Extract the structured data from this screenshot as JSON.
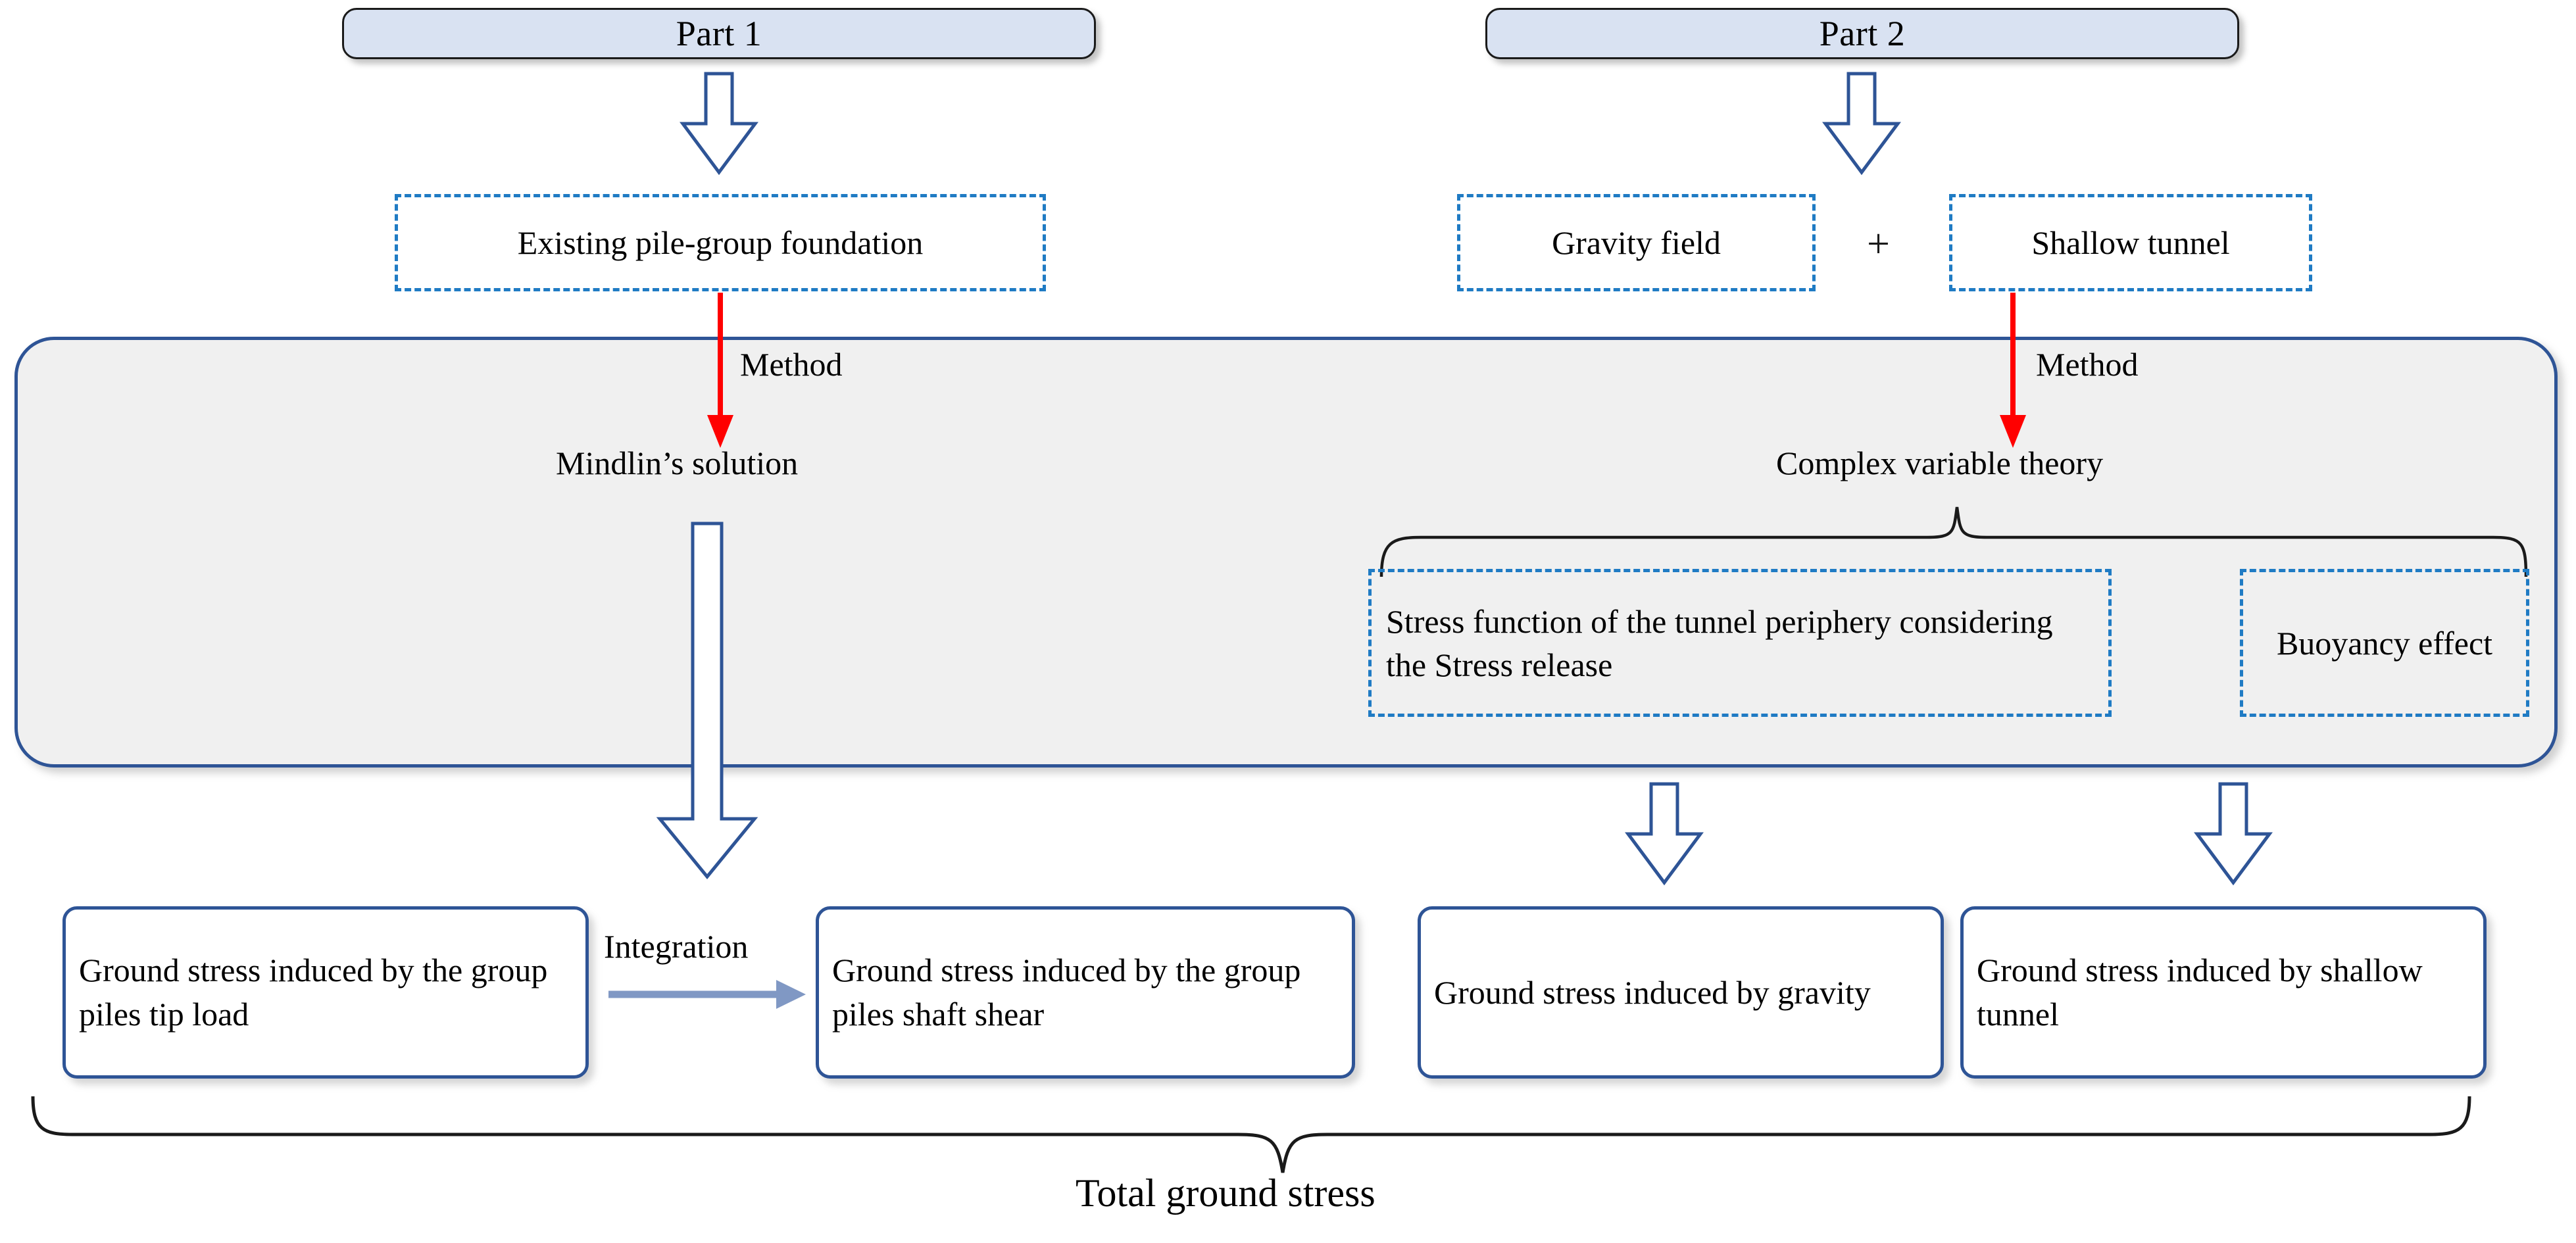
{
  "diagram": {
    "title_flow": "Total ground stress derivation flowchart",
    "parts": [
      {
        "id": "part1",
        "label": "Part 1"
      },
      {
        "id": "part2",
        "label": "Part 2"
      }
    ],
    "inputs": [
      {
        "id": "existing-pile-group-foundation",
        "label": "Existing pile-group foundation"
      },
      {
        "id": "gravity-field",
        "label": "Gravity field"
      },
      {
        "id": "shallow-tunnel",
        "label": "Shallow tunnel"
      }
    ],
    "operators": {
      "plus": "+"
    },
    "method_labels": {
      "left": "Method",
      "right": "Method"
    },
    "methods": [
      {
        "id": "mindlin",
        "label": "Mindlin’s solution"
      },
      {
        "id": "complex-variable",
        "label": "Complex variable theory"
      }
    ],
    "method_components": [
      {
        "id": "stress-function",
        "label": "Stress function of the tunnel periphery considering the Stress release"
      },
      {
        "id": "buoyancy-effect",
        "label": "Buoyancy effect"
      }
    ],
    "edge_labels": {
      "integration": "Integration"
    },
    "results": [
      {
        "id": "tip-load",
        "label": "Ground stress induced by the group piles tip load"
      },
      {
        "id": "shaft-shear",
        "label": "Ground stress induced by the group piles shaft shear"
      },
      {
        "id": "gravity",
        "label": "Ground stress induced by gravity"
      },
      {
        "id": "shallow-tunnel-stress",
        "label": "Ground stress induced by shallow tunnel"
      }
    ],
    "summary": {
      "id": "total-ground-stress",
      "label": "Total ground stress"
    },
    "colors": {
      "pill_fill": "#d9e2f2",
      "pill_border": "#1a1a1a",
      "dashed_border": "#1f7bc4",
      "panel_fill": "#f0f0f0",
      "panel_border": "#2e5496",
      "arrow_outline": "#2e5496",
      "method_arrow": "#ff0000",
      "integration_arrow": "#8098c4",
      "brace": "#1a1a1a",
      "text": "#000000"
    }
  }
}
